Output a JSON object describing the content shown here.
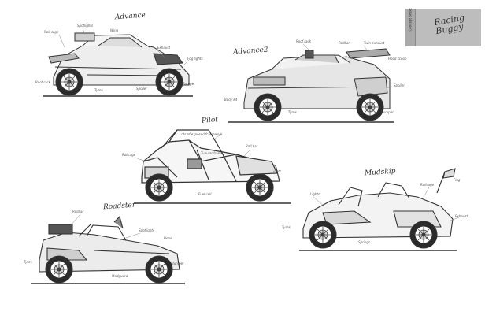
{
  "vehicles": [
    {
      "title": "Advance",
      "notes": [
        "Roll cage",
        "Spotlights",
        "Wing",
        "Bumper",
        "Exhaust",
        "Fog lights",
        "Roof rack",
        "Tyres",
        "Spoiler"
      ]
    },
    {
      "title": "Advance2",
      "notes": [
        "Rollbar",
        "Body kit",
        "Roof rack",
        "Twin exhaust",
        "Hood scoop",
        "Spoiler",
        "Tyres",
        "Bumper"
      ]
    },
    {
      "title": "Pilot",
      "notes": [
        "Lots of exposed framework",
        "Tubular frame",
        "Rollcage",
        "Roll bar",
        "Fuel cell",
        "Lights"
      ]
    },
    {
      "title": "Roadster",
      "notes": [
        "Rollbar",
        "Spotlights",
        "Hood",
        "Mudguard",
        "Tyres",
        "Bumper"
      ]
    },
    {
      "title": "Mudskip",
      "notes": [
        "Flag",
        "Rollcage",
        "Lights",
        "Exhaust",
        "Springs",
        "Tyres"
      ]
    }
  ],
  "logo": {
    "text": "Racing Buggy",
    "side": "Concept Sheet"
  }
}
